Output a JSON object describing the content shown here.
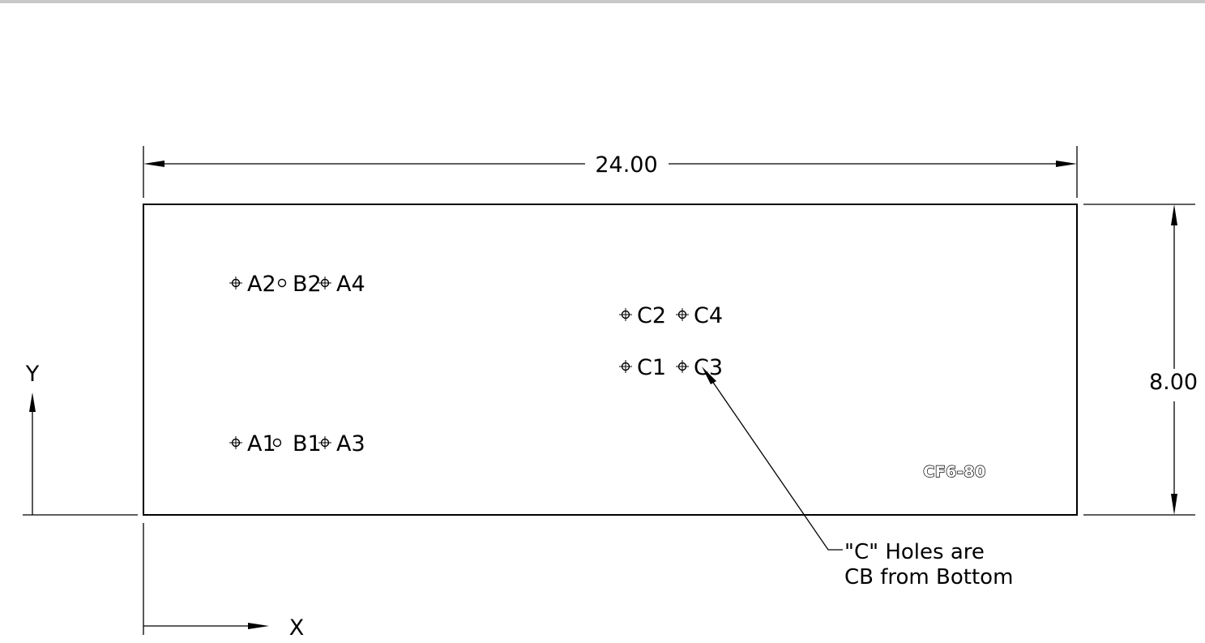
{
  "colors": {
    "top_border": "#c8c8c8",
    "line": "#000000",
    "background": "#ffffff"
  },
  "dimensions": {
    "width_label": "24.00",
    "height_label": "8.00"
  },
  "axes": {
    "x_label": "X",
    "y_label": "Y"
  },
  "holes": {
    "top_row_label": "A2 B2 A4",
    "bottom_row_label": "A1 B1 A3",
    "a2": "A2",
    "b2": "B2",
    "a4": "A4",
    "a1": "A1",
    "b1": "B1",
    "a3": "A3",
    "c2": "C2",
    "c4": "C4",
    "c1": "C1",
    "c3": "C3"
  },
  "note": {
    "line1": "\"C\" Holes are",
    "line2": "CB from Bottom"
  },
  "engraving": "CF6-80"
}
